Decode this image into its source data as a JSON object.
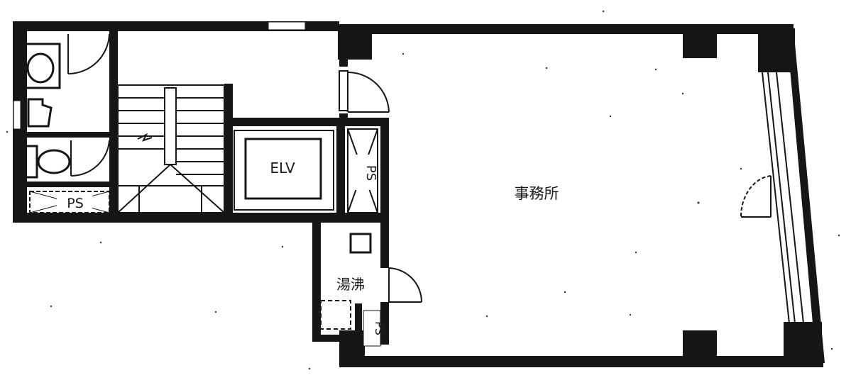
{
  "rooms": {
    "office": "事務所",
    "elevator": "ELV",
    "kitchenette": "湯沸",
    "ps_left": "PS",
    "ps_center": "PS",
    "ps_bottom": "PS"
  }
}
